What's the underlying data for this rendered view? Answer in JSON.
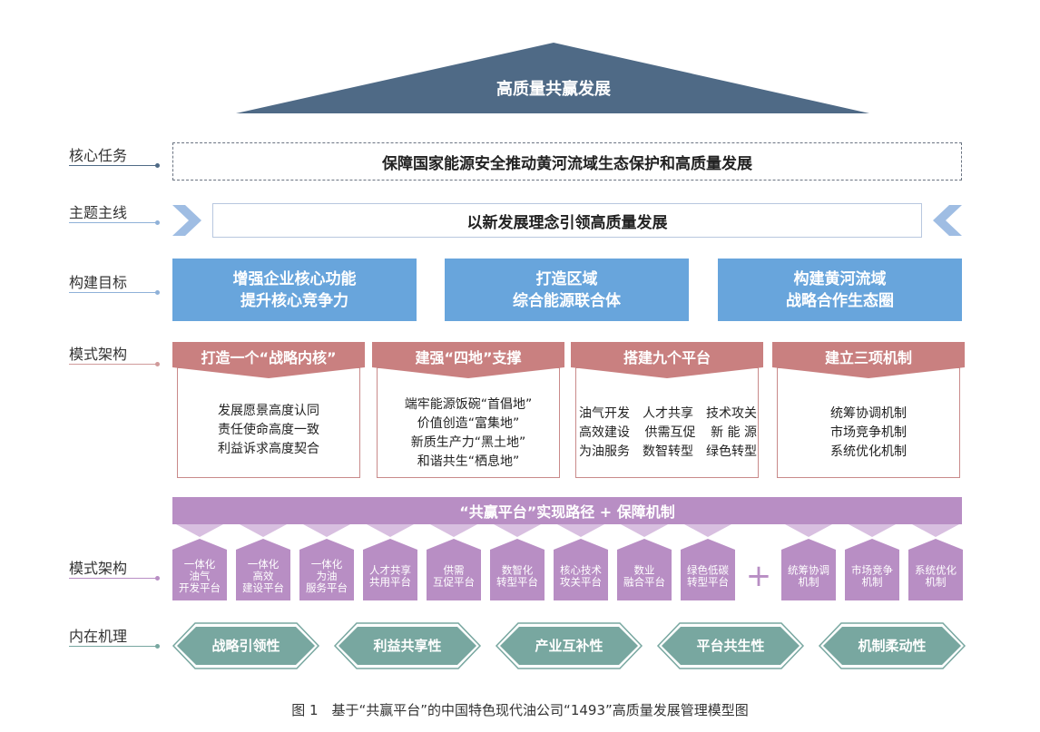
{
  "top_title": "高质量共赢发展",
  "labels": {
    "core_task": "核心任务",
    "main_line": "主题主线",
    "goal": "构建目标",
    "mode1": "模式架构",
    "mode2": "模式架构",
    "mechanism": "内在机理"
  },
  "core_task_text": "保障国家能源安全推动黄河流域生态保护和高质量发展",
  "main_line_text": "以新发展理念引领高质量发展",
  "goals": [
    {
      "line1": "增强企业核心功能",
      "line2": "提升核心竞争力"
    },
    {
      "line1": "打造区域",
      "line2": "综合能源联合体"
    },
    {
      "line1": "构建黄河流域",
      "line2": "战略合作生态圈"
    }
  ],
  "modes": [
    {
      "title": "打造一个“战略内核”",
      "items": [
        "发展愿景高度认同",
        "责任使命高度一致",
        "利益诉求高度契合"
      ]
    },
    {
      "title": "建强“四地”支撑",
      "items": [
        "端牢能源饭碗“首倡地”",
        "价值创造“富集地”",
        "新质生产力“黑土地”",
        "和谐共生“栖息地”"
      ]
    },
    {
      "title": "搭建九个平台",
      "grid": [
        [
          "油气开发",
          "人才共享",
          "技术攻关"
        ],
        [
          "高效建设",
          "供需互促",
          "新 能 源"
        ],
        [
          "为油服务",
          "数智转型",
          "绿色转型"
        ]
      ]
    },
    {
      "title": "建立三项机制",
      "items": [
        "统筹协调机制",
        "市场竞争机制",
        "系统优化机制"
      ]
    }
  ],
  "purple_bar": "“共赢平台”实现路径 + 保障机制",
  "platforms": [
    [
      "一体化",
      "油气",
      "开发平台"
    ],
    [
      "一体化",
      "高效",
      "建设平台"
    ],
    [
      "一体化",
      "为油",
      "服务平台"
    ],
    [
      "人才共享",
      "共用平台"
    ],
    [
      "供需",
      "互促平台"
    ],
    [
      "数智化",
      "转型平台"
    ],
    [
      "核心技术",
      "攻关平台"
    ],
    [
      "数业",
      "融合平台"
    ],
    [
      "绿色低碳",
      "转型平台"
    ]
  ],
  "plus": "+",
  "mechanisms": [
    [
      "统筹协调",
      "机制"
    ],
    [
      "市场竞争",
      "机制"
    ],
    [
      "系统优化",
      "机制"
    ]
  ],
  "principles": [
    "战略引领性",
    "利益共享性",
    "产业互补性",
    "平台共生性",
    "机制柔动性"
  ],
  "caption": "图 1　基于“共赢平台”的中国特色现代油公司“1493”高质量发展管理模型图",
  "colors": {
    "roof": "#4f6a86",
    "goal_blue": "#68a5dc",
    "mode_red": "#c98080",
    "purple": "#b88ec4",
    "purple_light": "#d8bfe0",
    "teal": "#78a7a0"
  }
}
